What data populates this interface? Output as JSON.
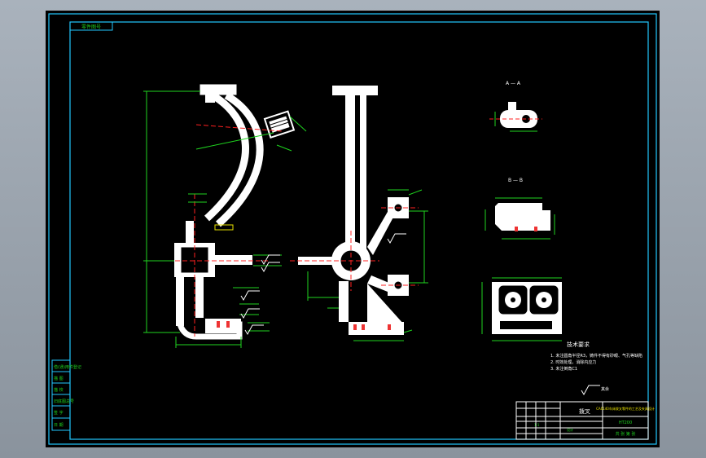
{
  "viewer": {
    "background_color": "#98a1ab",
    "sheet_color": "#000000"
  },
  "colors": {
    "outline": "#ffffff",
    "frame": "#22c7ff",
    "dimension": "#1fd41f",
    "centerline": "#ff2020",
    "highlight": "#e8e000"
  },
  "drawing": {
    "header_tab": "零件图号",
    "section_a": "A — A",
    "section_b": "B — B",
    "notes_title": "技术要求",
    "notes": [
      "1. 未注圆角半径R3，铸件不得有砂眼、气孔等缺陷",
      "2. 时效处理，消除内应力",
      "3. 未注倒角C1"
    ],
    "roughness_other": "其余"
  },
  "left_block": {
    "rows": [
      "借(通)用件登记",
      "描 图",
      "描 校",
      "旧底图总号",
      "签 字",
      "日 期"
    ]
  },
  "title_block": {
    "part_name": "拨叉",
    "project_title": "CA6140车床拨叉零件的工艺及夹具设计",
    "material": "HT200",
    "scale": "1:1",
    "drawing_no": "设计",
    "sheet": "共 张 第 张"
  }
}
